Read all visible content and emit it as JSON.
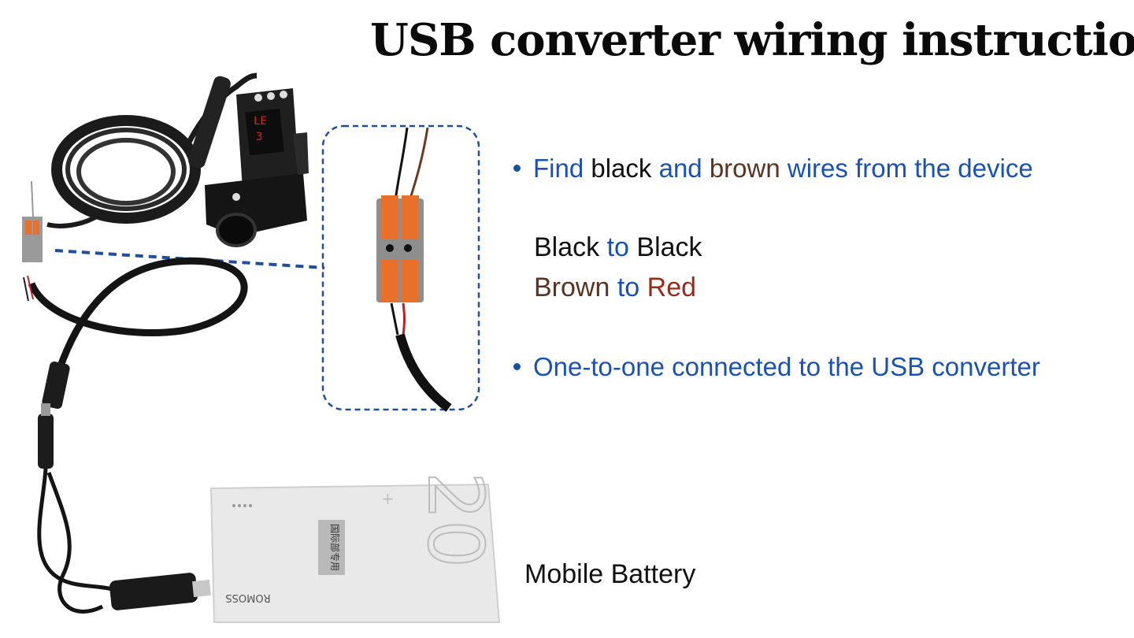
{
  "title": "USB converter wiring instruction",
  "bullet1": {
    "w1": "Find",
    "w2": "black",
    "w3": "and",
    "w4": "brown",
    "w5": "wires from the device"
  },
  "pair1": {
    "a": "Black",
    "to": "to",
    "b": "Black"
  },
  "pair2": {
    "a": "Brown",
    "to": "to",
    "b": "Red"
  },
  "bullet2": "One-to-one connected to the USB converter",
  "battery_label": "Mobile Battery",
  "battery_print": {
    "capacity": "20",
    "plus": "+",
    "brand": "ROMOSS",
    "sticker": "国际部专用"
  },
  "colors": {
    "accent_blue": "#1a52b3",
    "wire_brown": "#6b3a22",
    "wire_red": "#c0201a",
    "connector_orange": "#e8702a"
  }
}
